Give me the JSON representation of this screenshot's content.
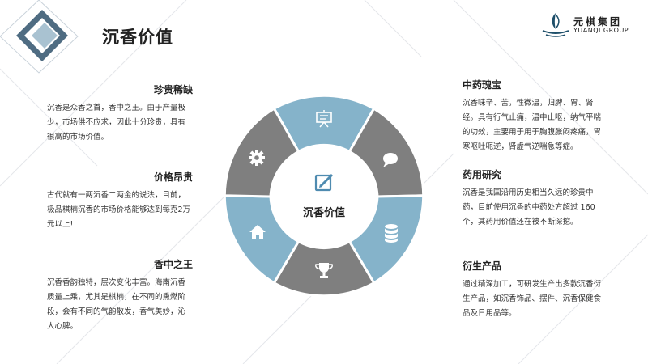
{
  "title": "沉香价值",
  "logo": {
    "cn": "元棋集团",
    "en": "YUANQI GROUP"
  },
  "center_label": "沉香价值",
  "colors": {
    "blue": "#85B3CA",
    "gray": "#7F7F7F",
    "dark": "#222222"
  },
  "icons": [
    "presentation-board-icon",
    "chat-bubble-icon",
    "database-icon",
    "trophy-icon",
    "home-icon",
    "gear-icon",
    "edit-icon"
  ],
  "left_blocks": [
    {
      "heading": "珍贵稀缺",
      "body": "沉香是众香之首，香中之王。由于产量极少，市场供不应求，因此十分珍贵，具有很高的市场价值。"
    },
    {
      "heading": "价格昂贵",
      "body": "古代就有一两沉香二两金的说法，目前，极品棋楠沉香的市场价格能够达到每克2万元以上!"
    },
    {
      "heading": "香中之王",
      "body": "沉香香韵独特，层次变化丰富。海南沉香质量上乘，尤其是棋楠，在不同的熏燃阶段，会有不同的气韵散发，香气美妙，沁人心脾。"
    }
  ],
  "right_blocks": [
    {
      "heading": "中药瑰宝",
      "body": "沉香味辛、苦，性微温，归脾、胃、肾经。具有行气止痛，温中止呕，纳气平喘的功效，主要用于用于胸腹胀闷疼痛，胃寒呕吐呃逆，肾虚气逆喘急等症。"
    },
    {
      "heading": "药用研究",
      "body": "沉香是我国沿用历史相当久远的珍贵中药，目前使用沉香的中药处方超过 160 个，其药用价值还在被不断深挖。"
    },
    {
      "heading": "衍生产品",
      "body": "通过精深加工，可研发生产出多款沉香衍生产品，如沉香饰品、摆件、沉香保健食品及日用品等。"
    }
  ]
}
